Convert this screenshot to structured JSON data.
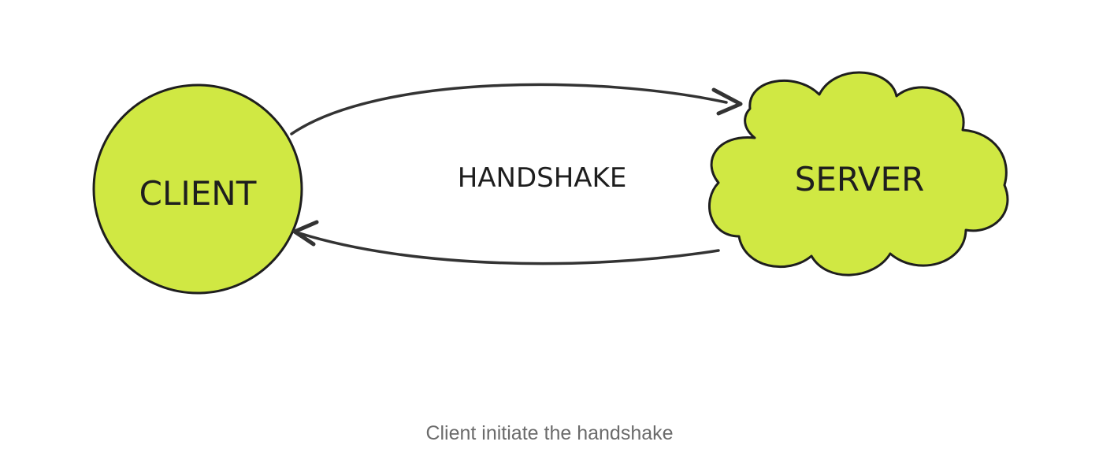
{
  "diagram": {
    "nodes": {
      "client": {
        "label": "CLIENT",
        "shape": "circle",
        "fill": "#d0e843"
      },
      "server": {
        "label": "SERVER",
        "shape": "cloud",
        "fill": "#d0e843"
      }
    },
    "edges": [
      {
        "from": "client",
        "to": "server",
        "direction": "forward"
      },
      {
        "from": "server",
        "to": "client",
        "direction": "return"
      }
    ],
    "edge_label": "HANDSHAKE",
    "stroke_color": "#1e1e1e",
    "arrow_color": "#333333"
  },
  "caption": "Client initiate the handshake"
}
